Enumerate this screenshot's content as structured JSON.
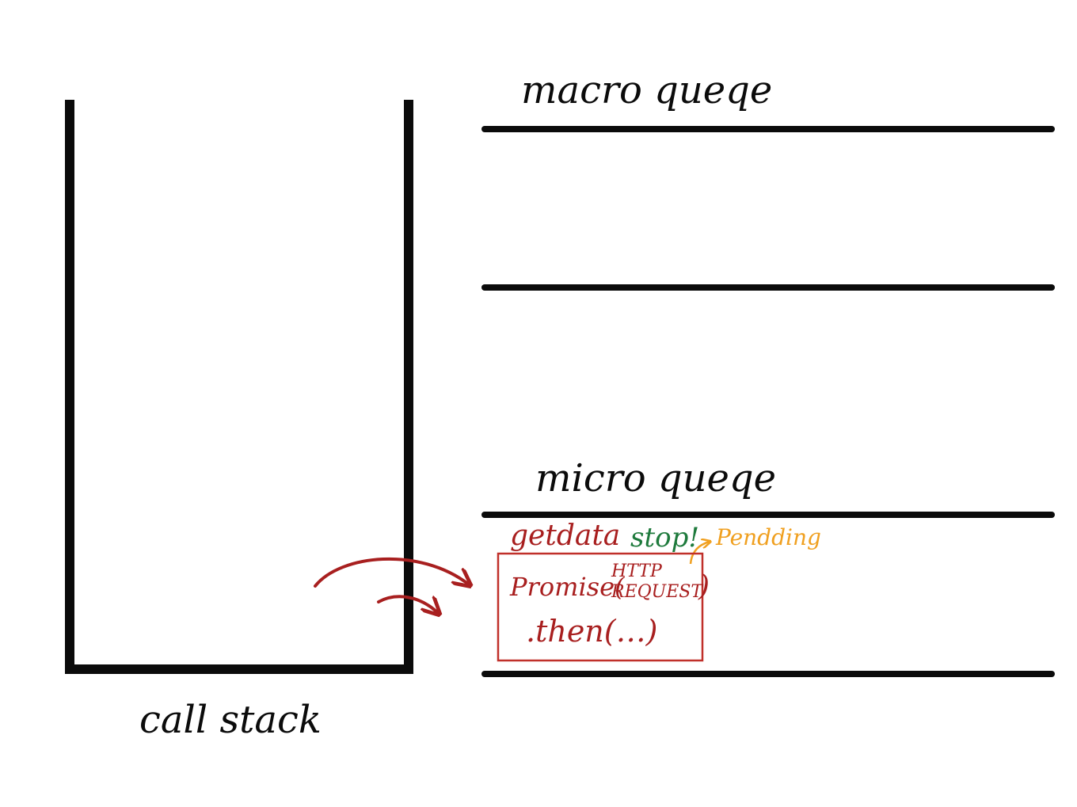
{
  "labels": {
    "call_stack": "call stack",
    "macro_queue": "macro queqe",
    "micro_queue": "micro queqe"
  },
  "annotations": {
    "getdata": "getdata",
    "stop": "stop!",
    "pending": "Pendding"
  },
  "promise_box": {
    "promise_text": "Promise(",
    "request_line1": "HTTP",
    "request_line2": "REQUEST",
    "close_paren": ")",
    "then_text": ".then(…)"
  },
  "colors": {
    "ink": "#0b0b0b",
    "red": "#a81f1f",
    "green": "#1e7a3c",
    "orange": "#f0a020",
    "background": "#ffffff"
  }
}
